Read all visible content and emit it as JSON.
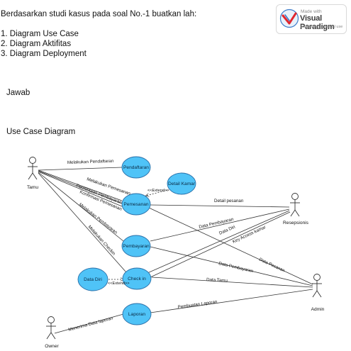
{
  "document": {
    "intro": "Berdasarkan studi kasus pada soal No.-1 buatkan lah:",
    "tasks": [
      "1. Diagram Use Case",
      "2. Diagram Aktifitas",
      "3. Diagram Deployment"
    ],
    "jawab": "Jawab",
    "diagram_title": "Use Case Diagram"
  },
  "watermark": {
    "made_with": "Made with",
    "brand": "Visual Paradigm",
    "license": "For non-commercial use",
    "logo_icon": "visual-paradigm-logo"
  },
  "diagram": {
    "actors": {
      "tamu": "Tamu",
      "resepsionis": "Resepsionis",
      "admin": "Admin",
      "owner": "Owner"
    },
    "use_cases": {
      "pendaftaran": "Pendaftaran",
      "detail_kamar": "Detail Kamar",
      "pemesanan": "Pemesanan",
      "pembayaran": "Pembayaran",
      "check_in": "Check in",
      "data_diri": "Data Diri",
      "laporan": "Laporan"
    },
    "stereotypes": {
      "extend_pemesanan": "<<Extend>>",
      "extend_checkin": "<<Extend>>"
    },
    "associations": {
      "tamu_pendaftaran": "Melakukan Pendaftaran",
      "tamu_pemesanan": "Melakukan Pemesanan",
      "tamu_permintaan": "Permintaan Pembayaran",
      "tamu_konfirmasi": "Konfirmasi Pemesanan",
      "tamu_pembayaran": "Melakukan Pembayaran",
      "tamu_checkin": "Melakukan Checkin",
      "pemesanan_detail_pesanan": "Detail pesanan",
      "pembayaran_data_pembayaran_resepsionis": "Data Pembayaran",
      "pembayaran_data_diri": "Data Diri",
      "checkin_key_access": "Key Access kamar",
      "pemesanan_data_pesanan_admin": "Data Pesanan",
      "pembayaran_data_pembayaran_admin": "Data Pembayaran",
      "checkin_data_tamu": "Data Tamu",
      "laporan_pembuatan": "Pembuatan Laporan",
      "owner_menerima": "Menerima Data laporan"
    },
    "colors": {
      "usecase_fill": "#4fc3f7",
      "usecase_stroke": "#2a6fa8",
      "line": "#333333"
    }
  }
}
